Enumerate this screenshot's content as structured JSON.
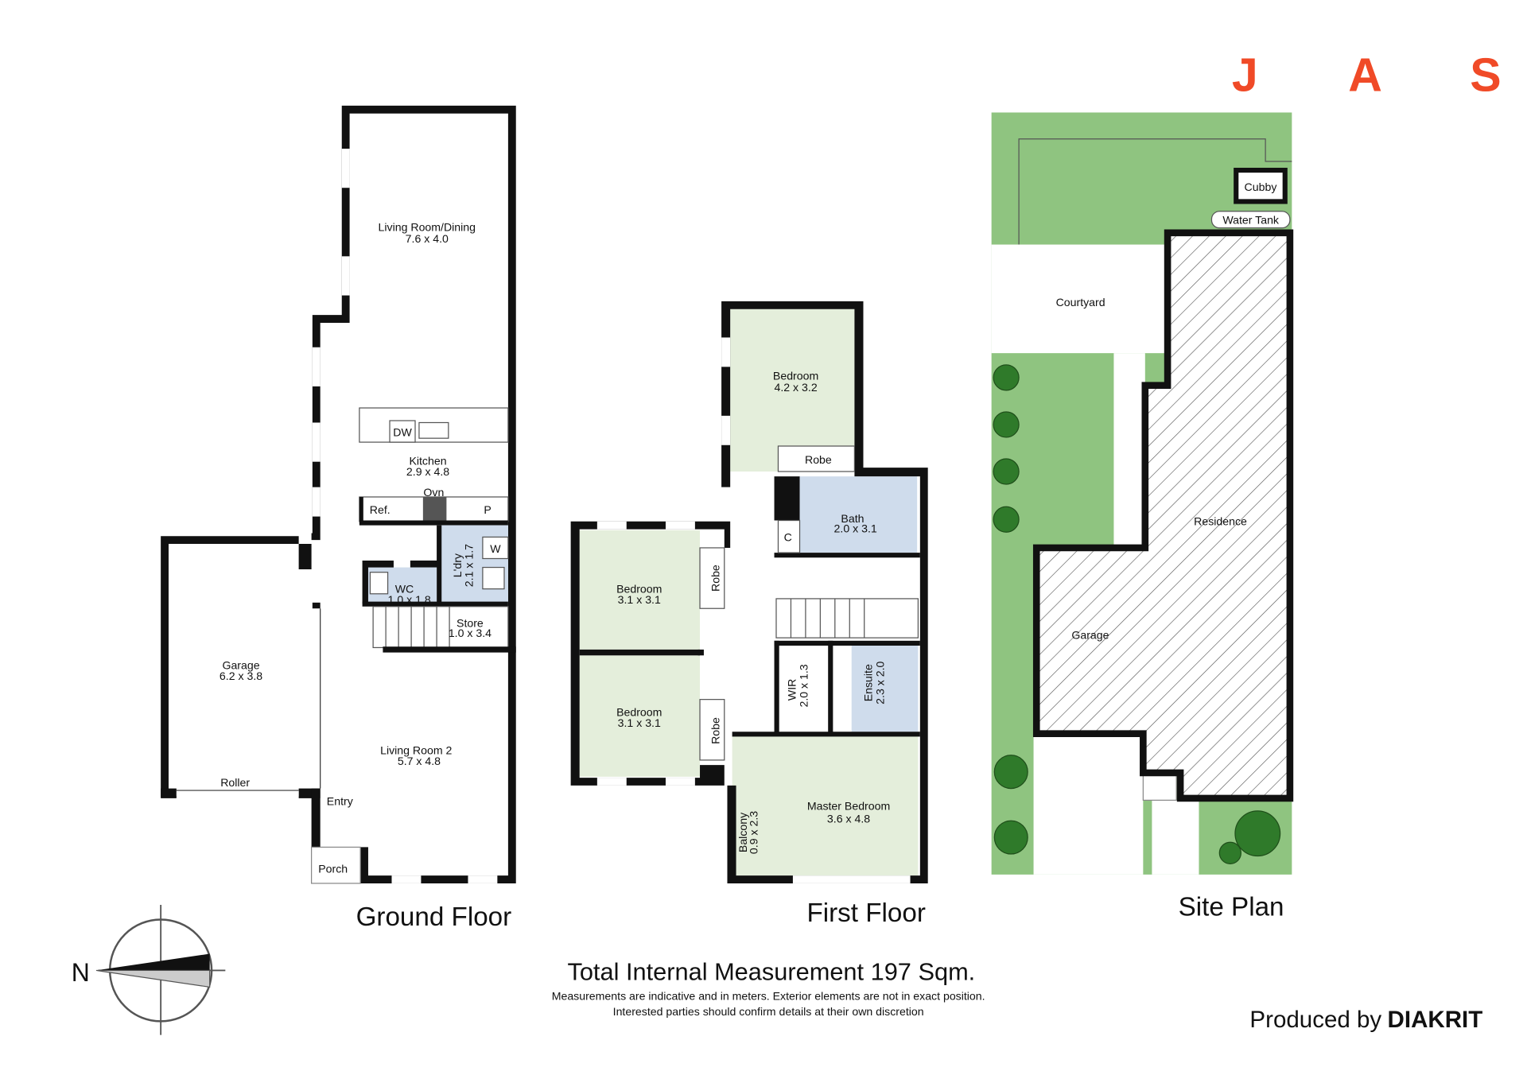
{
  "brand": {
    "letters": [
      "J",
      "A",
      "S"
    ],
    "color": "#f04a27"
  },
  "ground_floor": {
    "title": "Ground Floor",
    "rooms": {
      "living_dining": {
        "name": "Living Room/Dining",
        "size": "7.6 x 4.0"
      },
      "kitchen": {
        "name": "Kitchen",
        "size": "2.9 x 4.8"
      },
      "laundry": {
        "name": "L'dry",
        "size": "2.1 x 1.7"
      },
      "wc": {
        "name": "WC",
        "size": "1.0 x 1.8"
      },
      "store": {
        "name": "Store",
        "size": "1.0 x 3.4"
      },
      "garage": {
        "name": "Garage",
        "size": "6.2 x 3.8"
      },
      "living2": {
        "name": "Living Room 2",
        "size": "5.7 x 4.8"
      }
    },
    "labels": {
      "dw": "DW",
      "ovn": "Ovn",
      "ref": "Ref.",
      "p": "P",
      "w": "W",
      "roller": "Roller",
      "entry": "Entry",
      "porch": "Porch"
    }
  },
  "first_floor": {
    "title": "First Floor",
    "rooms": {
      "bed1": {
        "name": "Bedroom",
        "size": "4.2 x 3.2"
      },
      "bath": {
        "name": "Bath",
        "size": "2.0 x 3.1"
      },
      "bed2": {
        "name": "Bedroom",
        "size": "3.1 x 3.1"
      },
      "bed3": {
        "name": "Bedroom",
        "size": "3.1 x 3.1"
      },
      "wir": {
        "name": "WIR",
        "size": "2.0 x 1.3"
      },
      "ensuite": {
        "name": "Ensuite",
        "size": "2.3 x 2.0"
      },
      "master": {
        "name": "Master Bedroom",
        "size": "3.6 x 4.8"
      },
      "balcony": {
        "name": "Balcony",
        "size": "0.9 x 2.3"
      }
    },
    "labels": {
      "robe": "Robe",
      "c": "C"
    }
  },
  "site_plan": {
    "title": "Site Plan",
    "labels": {
      "cubby": "Cubby",
      "water_tank": "Water Tank",
      "courtyard": "Courtyard",
      "residence": "Residence",
      "garage": "Garage"
    },
    "grass_color": "#8fc480"
  },
  "compass": {
    "label": "N"
  },
  "footer": {
    "total": "Total Internal Measurement 197 Sqm.",
    "note1": "Measurements are indicative and in meters. Exterior elements are not in exact position.",
    "note2": "Interested parties should confirm details at their own discretion",
    "produced_by": "Produced by",
    "producer": "DIAKRIT"
  }
}
